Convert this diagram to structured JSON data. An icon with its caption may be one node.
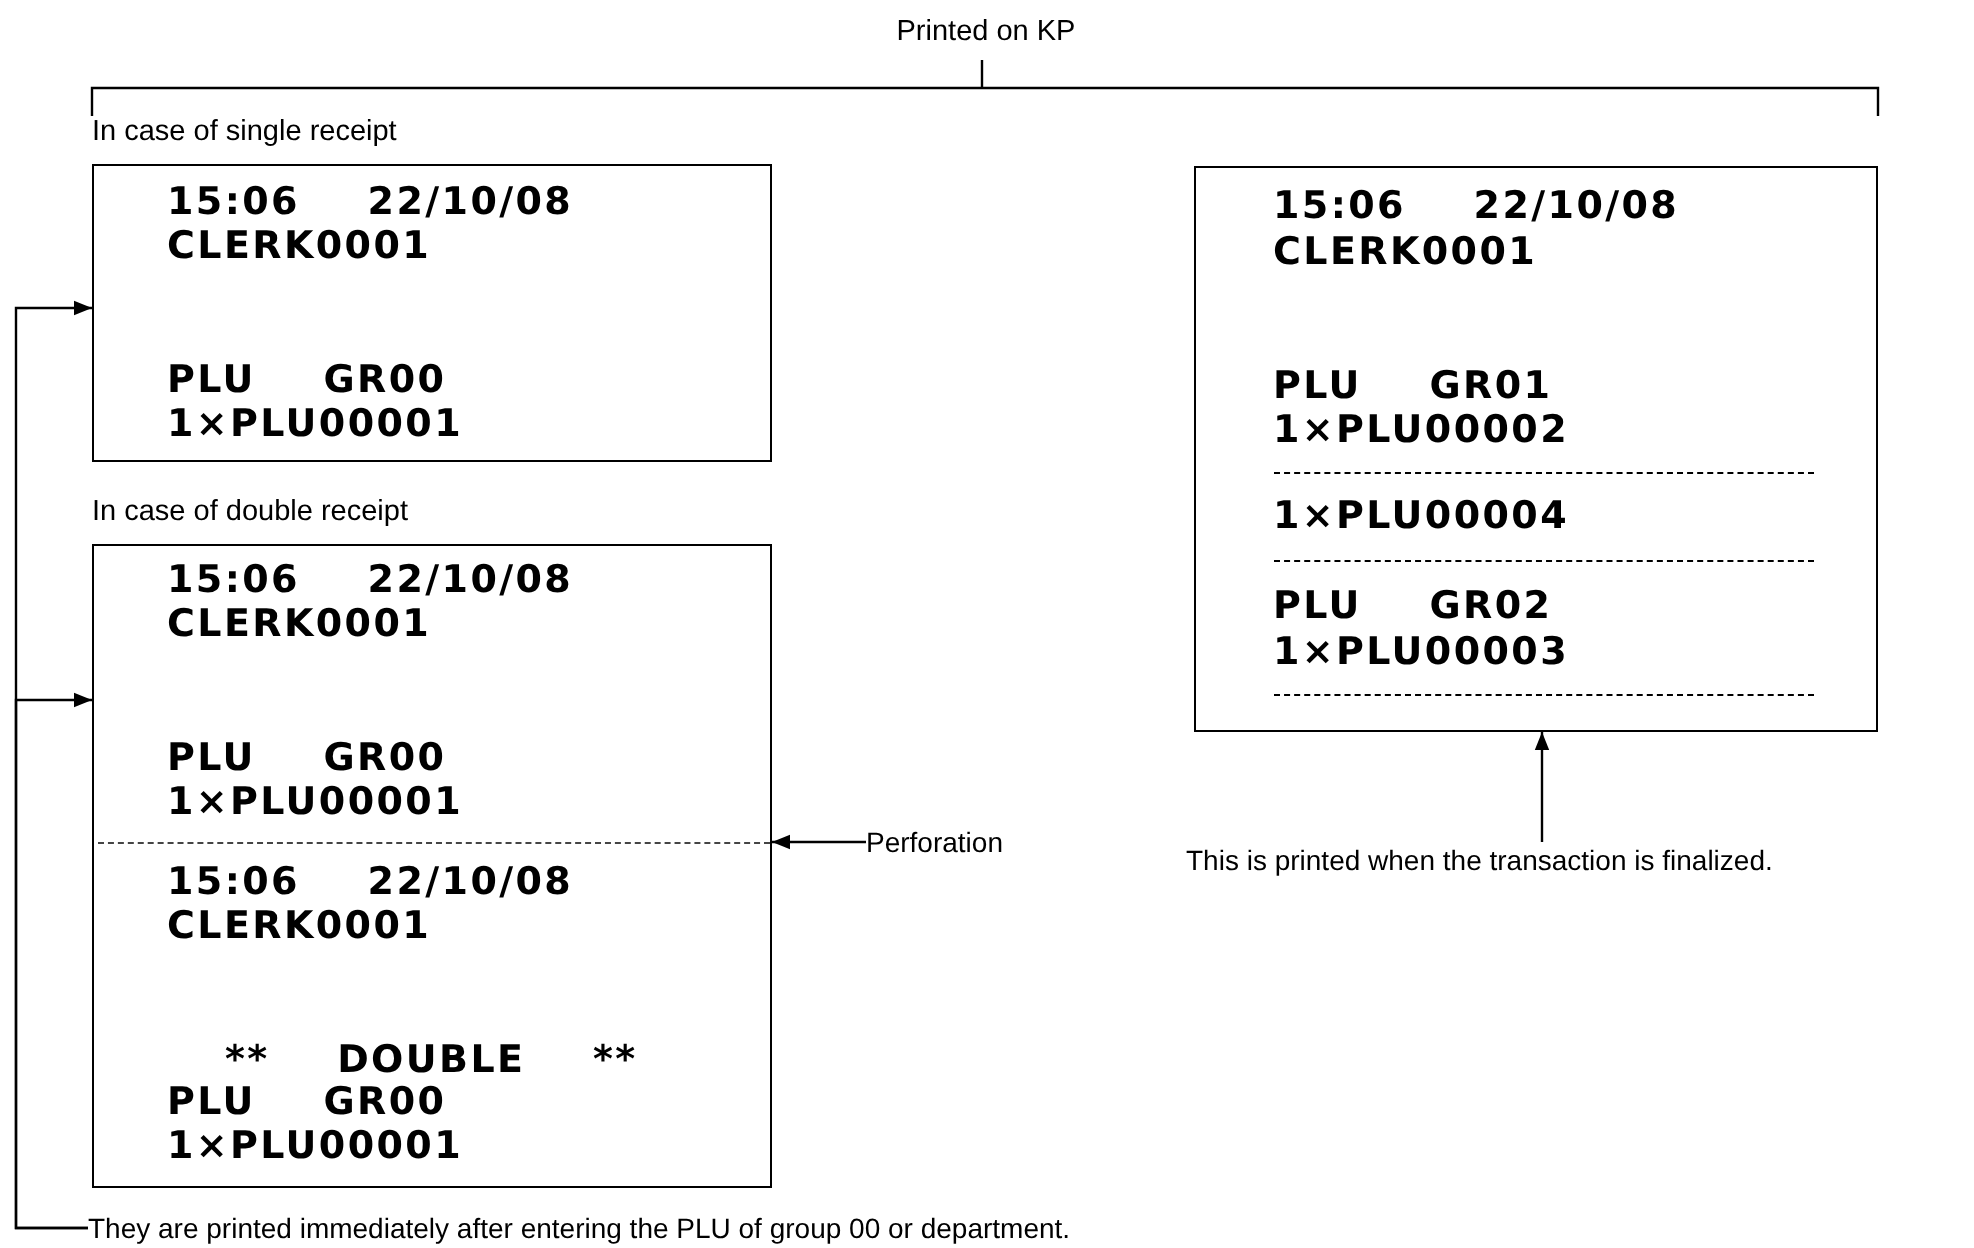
{
  "diagram": {
    "nodes": [
      {
        "text": [
          "In case of single receipt",
          "15:06 22/10/08",
          "CLERK0001",
          "PLU GR00",
          "1×PLU00001"
        ]
      },
      {
        "text": [
          "In case of double receipt",
          "15:06 22/10/08",
          "CLERK0001",
          "PLU GR00",
          "1×PLU00001",
          "15:06 22/10/08",
          "CLERK0001",
          "** DOUBLE **",
          "PLU GR00",
          "1×PLU00001"
        ]
      },
      {
        "text": [
          "Perforation"
        ]
      },
      {
        "text": [
          "15:06 22/10/08",
          "CLERK0001",
          "PLU GR01",
          "1×PLU00002",
          "1×PLU00004",
          "PLU GR02",
          "1×PLU00003"
        ]
      },
      {
        "text": [
          "This is printed when the transaction is finalized."
        ]
      },
      {
        "text": [
          "They are printed immediately after entering the PLU of group 00 or department."
        ]
      }
    ],
    "edges": [
      {
        "from": 5,
        "to": 0,
        "arrow": "to"
      },
      {
        "from": 5,
        "to": 1,
        "arrow": "to"
      },
      {
        "from": 2,
        "to": 1,
        "arrow": "to"
      },
      {
        "from": 4,
        "to": 3,
        "arrow": "to"
      }
    ],
    "labels": [
      "Printed on KP"
    ]
  }
}
